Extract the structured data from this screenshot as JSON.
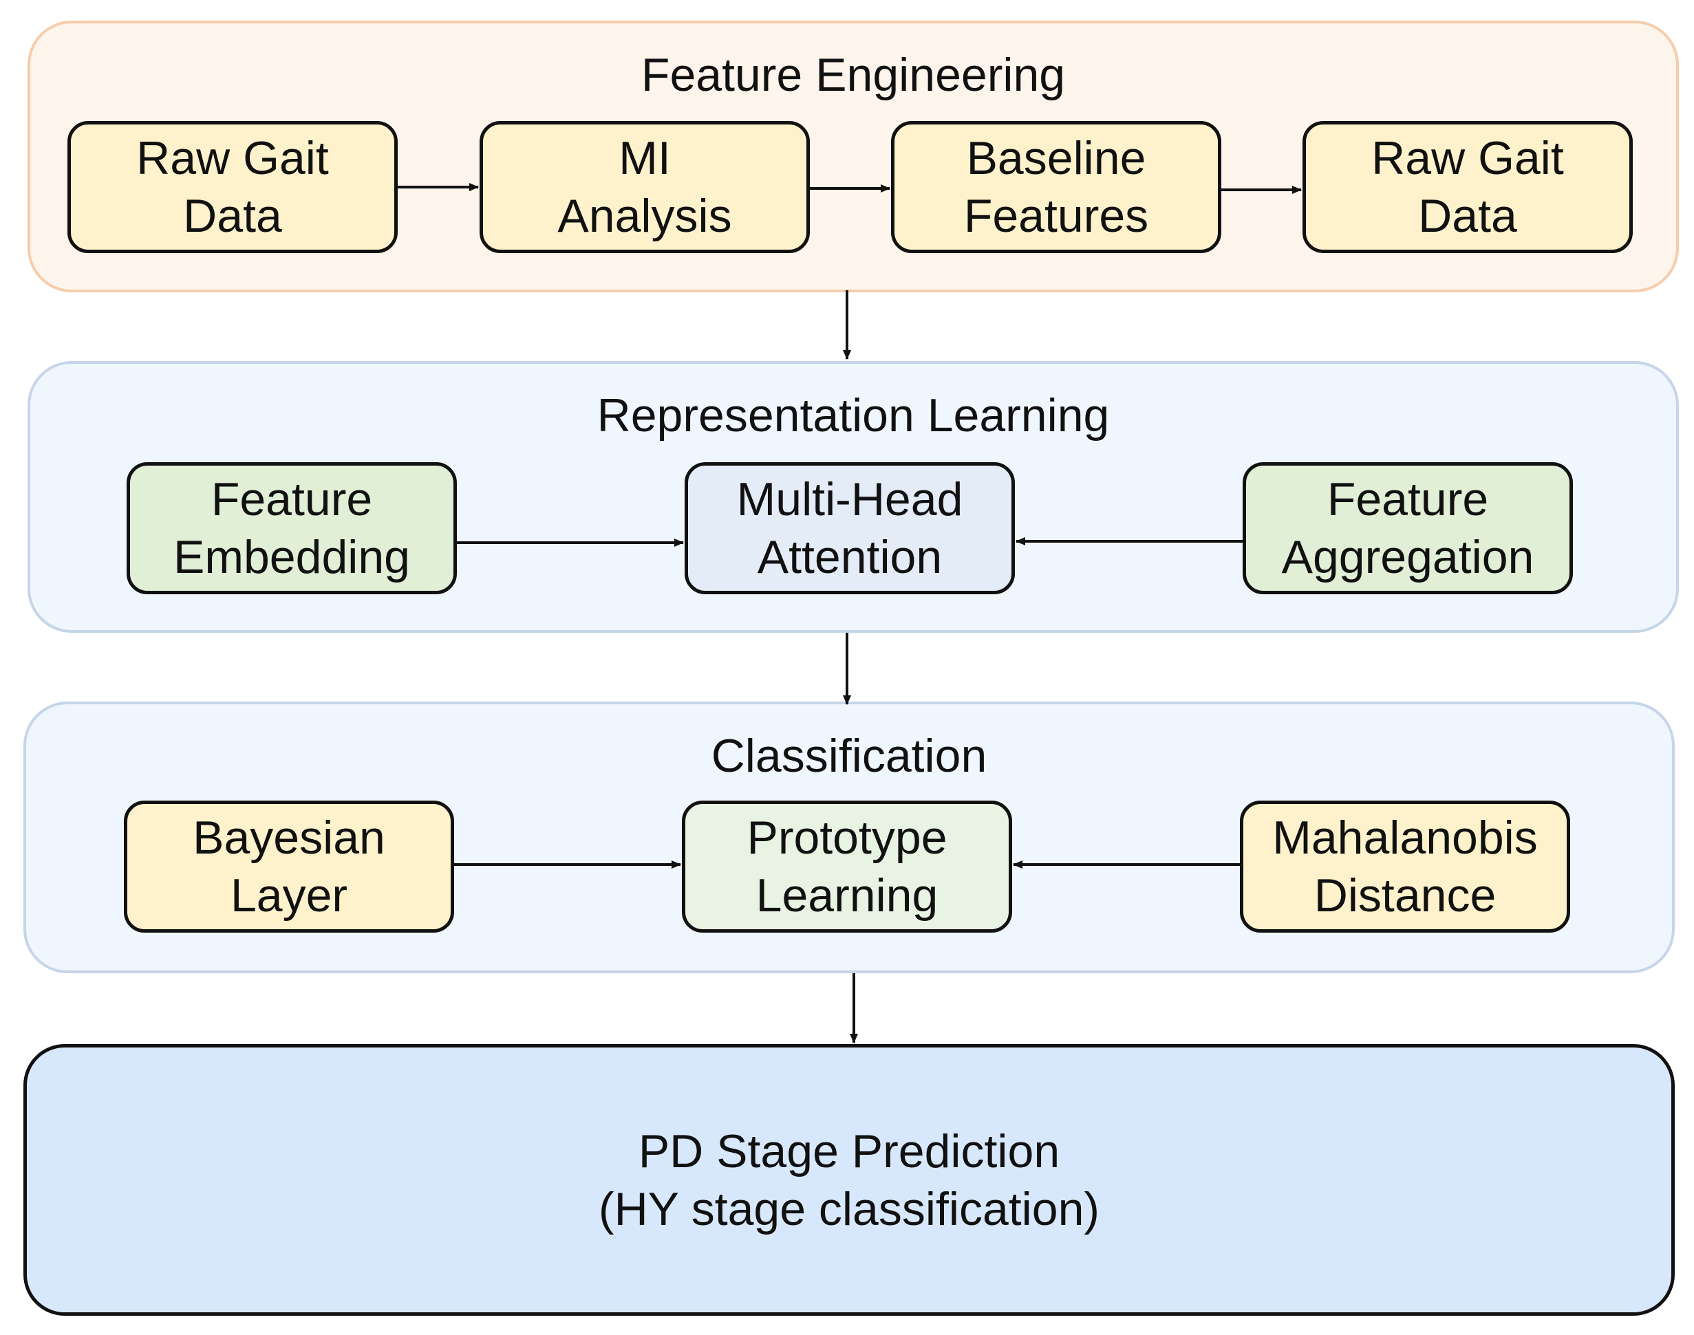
{
  "feature_engineering": {
    "title": "Feature Engineering",
    "boxes": [
      {
        "line1": "Raw Gait",
        "line2": "Data"
      },
      {
        "line1": "MI",
        "line2": "Analysis"
      },
      {
        "line1": "Baseline",
        "line2": "Features"
      },
      {
        "line1": "Raw Gait",
        "line2": "Data"
      }
    ]
  },
  "representation_learning": {
    "title": "Representation Learning",
    "boxes": [
      {
        "line1": "Feature",
        "line2": "Embedding"
      },
      {
        "line1": "Multi-Head",
        "line2": "Attention"
      },
      {
        "line1": "Feature",
        "line2": "Aggregation"
      }
    ]
  },
  "classification": {
    "title": "Classification",
    "boxes": [
      {
        "line1": "Bayesian",
        "line2": "Layer"
      },
      {
        "line1": "Prototype",
        "line2": "Learning"
      },
      {
        "line1": "Mahalanobis",
        "line2": "Distance"
      }
    ]
  },
  "output": {
    "line1": "PD Stage Prediction",
    "line2": "(HY stage classification)"
  },
  "colors": {
    "feature_panel_fill": "#fdf4ec",
    "feature_panel_border": "#f6cdac",
    "learning_panel_fill": "#f0f6fd",
    "learning_panel_border": "#c6d5e9",
    "yellow_box": "#fef2cc",
    "green_box": "#e0efd6",
    "light_green_box": "#e9f3e3",
    "blue_box": "#e4ecf7",
    "output_fill": "#d8e8fc",
    "stroke": "#111111"
  }
}
